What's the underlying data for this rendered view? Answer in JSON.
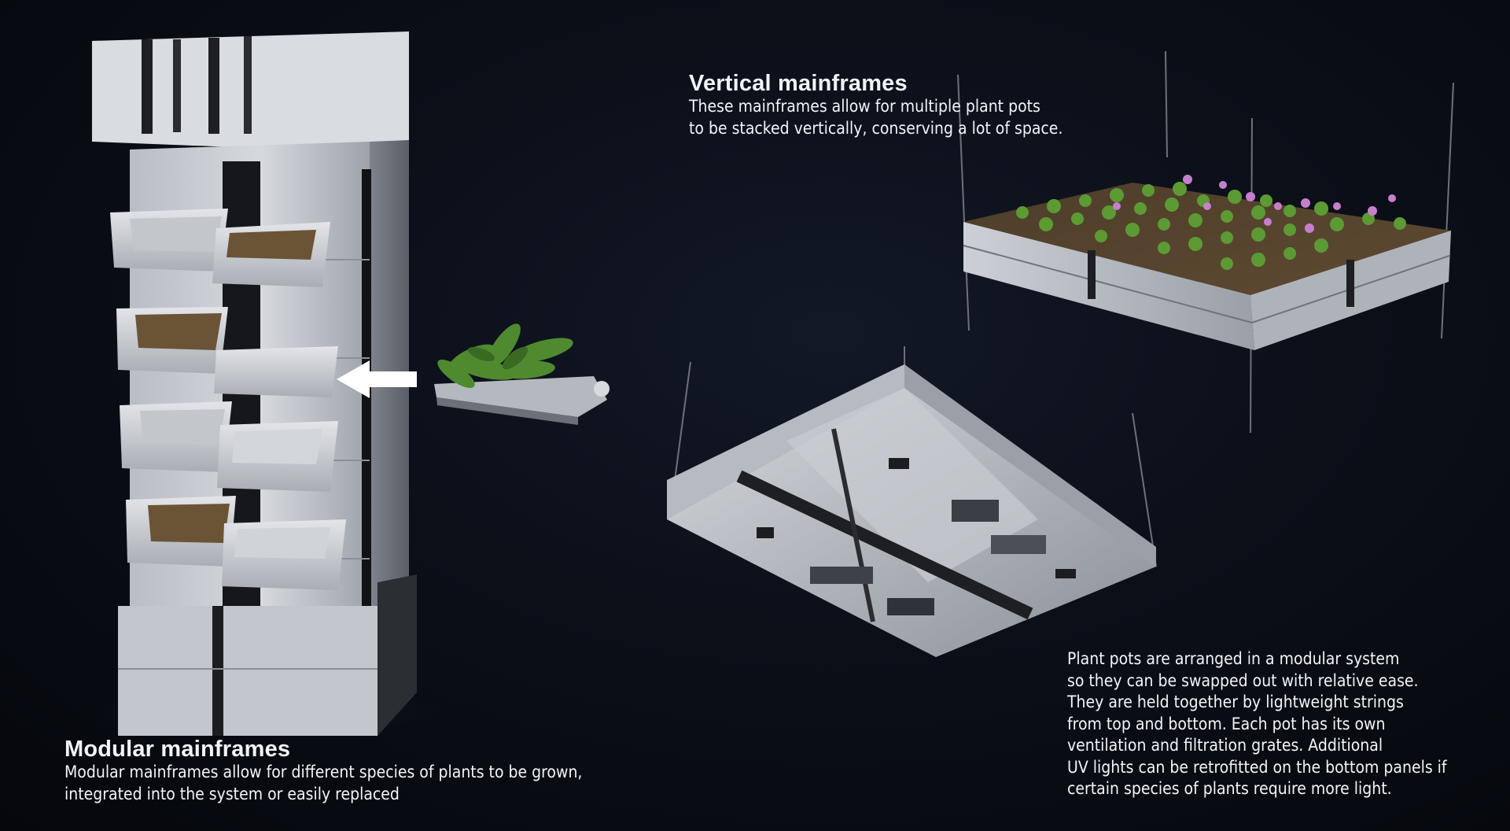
{
  "sections": {
    "vertical": {
      "title": "Vertical mainframes",
      "lines": [
        "These mainframes allow for multiple plant pots",
        "to be stacked vertically, conserving a lot of space."
      ]
    },
    "modular": {
      "title": "Modular mainframes",
      "lines": [
        "Modular mainframes allow for different species of plants to be grown,",
        "integrated into the system or easily replaced"
      ]
    },
    "pots": {
      "lines": [
        "Plant pots are arranged in a modular system",
        "so they can be swapped out with relative ease.",
        "They are held together by lightweight strings",
        "from top and bottom. Each pot has its own",
        "ventilation and filtration grates. Additional",
        "UV lights can be retrofitted on the bottom panels if",
        "certain species of plants require more light."
      ]
    }
  },
  "colors": {
    "background": "#0b0f18",
    "panel": "#c9ccd2",
    "panel_dark": "#8e939b",
    "soil": "#6b5436",
    "foliage": "#4f8a2f",
    "flower": "#c77fcc",
    "text": "#f2f4f8"
  },
  "icons": {
    "insert_arrow": "arrow-left-icon"
  }
}
